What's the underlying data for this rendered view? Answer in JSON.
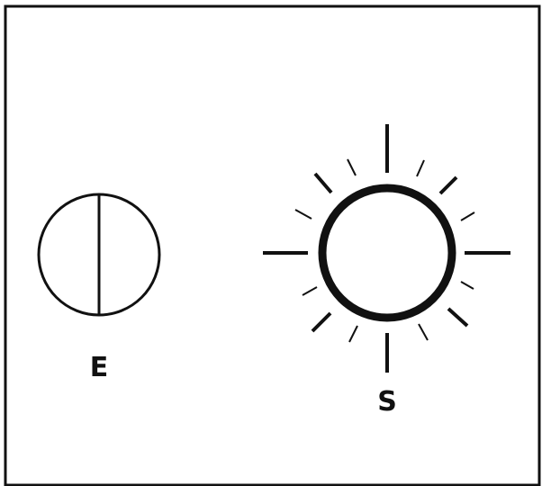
{
  "figure": {
    "symbols": [
      {
        "name": "E",
        "label": "E",
        "icon": "circle-with-vertical-line-icon"
      },
      {
        "name": "S",
        "label": "S",
        "icon": "sun-with-rays-icon"
      }
    ],
    "colors": {
      "stroke": "#111111",
      "background": "#ffffff"
    }
  }
}
